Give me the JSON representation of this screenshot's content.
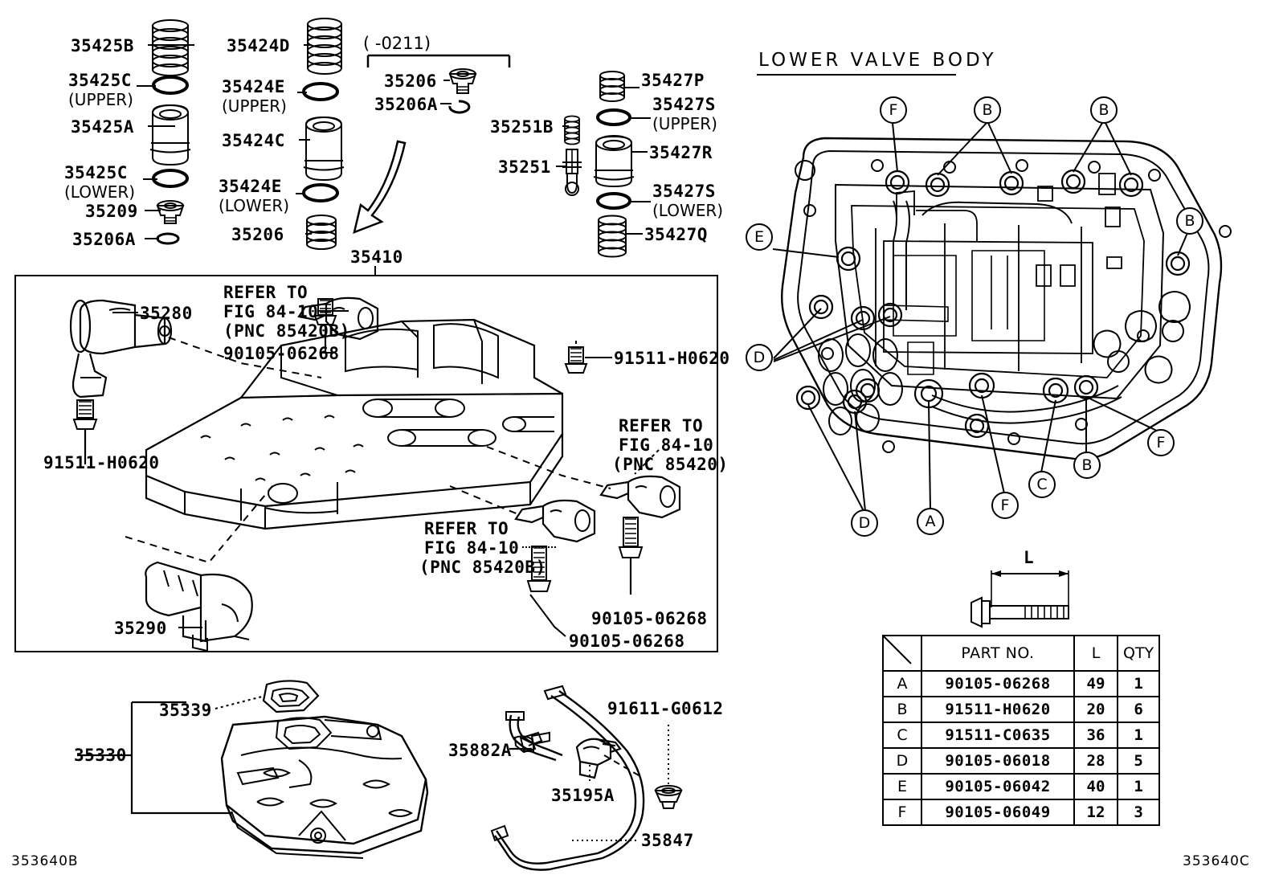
{
  "figure": {
    "code_left": "353640B",
    "code_right": "353640C",
    "lower_valve_body_title": "LOWER VALVE BODY",
    "main_assembly_label": "35410",
    "date_note": "(     -0211)",
    "length_symbol": "L"
  },
  "top_left_column": [
    {
      "id": "l1",
      "label": "35425B",
      "sub": ""
    },
    {
      "id": "l2",
      "label": "35425C",
      "sub": "(UPPER)"
    },
    {
      "id": "l3",
      "label": "35425A",
      "sub": ""
    },
    {
      "id": "l4",
      "label": "35425C",
      "sub": "(LOWER)"
    },
    {
      "id": "l5",
      "label": "35209",
      "sub": ""
    },
    {
      "id": "l6",
      "label": "35206A",
      "sub": ""
    }
  ],
  "top_mid_column": [
    {
      "id": "m1",
      "label": "35424D",
      "sub": ""
    },
    {
      "id": "m2",
      "label": "35424E",
      "sub": "(UPPER)"
    },
    {
      "id": "m3",
      "label": "35424C",
      "sub": ""
    },
    {
      "id": "m4",
      "label": "35424E",
      "sub": "(LOWER)"
    },
    {
      "id": "m5",
      "label": "35206",
      "sub": ""
    }
  ],
  "top_dated_group": [
    {
      "id": "d1",
      "label": "35206"
    },
    {
      "id": "d2",
      "label": "35206A"
    }
  ],
  "top_center_column": [
    {
      "id": "c1",
      "label": "35251B"
    },
    {
      "id": "c2",
      "label": "35251"
    }
  ],
  "top_right_column": [
    {
      "id": "r1",
      "label": "35427P",
      "sub": ""
    },
    {
      "id": "r2",
      "label": "35427S",
      "sub": "(UPPER)"
    },
    {
      "id": "r3",
      "label": "35427R",
      "sub": ""
    },
    {
      "id": "r4",
      "label": "35427S",
      "sub": "(LOWER)"
    },
    {
      "id": "r5",
      "label": "35427Q",
      "sub": ""
    }
  ],
  "main_box": {
    "solenoid_upper": "35280",
    "solenoid_lower": "35290",
    "bolt_left": "91511-H0620",
    "bolt_right": "91511-H0620",
    "refer_upper": [
      "REFER TO",
      "FIG 84-10",
      "(PNC 85420B)"
    ],
    "refer_mid": [
      "REFER TO",
      "FIG 84-10",
      "(PNC 85420)"
    ],
    "refer_lower": [
      "REFER TO",
      "FIG 84-10",
      "(PNC 85420B)"
    ],
    "bolt_upper_pn": "90105-06268",
    "bolt_midlow_pn": "90105-06268",
    "bolt_low_pn": "90105-06268"
  },
  "bottom_left": {
    "strainer_assy": "35330",
    "gasket": "35339"
  },
  "bottom_center": {
    "tube_a": "35882A",
    "clamp": "35195A",
    "bolt": "91611-G0612",
    "tube_b": "35847"
  },
  "callouts": [
    {
      "id": "co1",
      "letter": "F"
    },
    {
      "id": "co2",
      "letter": "B"
    },
    {
      "id": "co3",
      "letter": "B"
    },
    {
      "id": "co4",
      "letter": "E"
    },
    {
      "id": "co5",
      "letter": "B"
    },
    {
      "id": "co6",
      "letter": "D"
    },
    {
      "id": "co7",
      "letter": "D"
    },
    {
      "id": "co8",
      "letter": "A"
    },
    {
      "id": "co9",
      "letter": "F"
    },
    {
      "id": "co10",
      "letter": "C"
    },
    {
      "id": "co11",
      "letter": "B"
    },
    {
      "id": "co12",
      "letter": "F"
    }
  ],
  "parts_table": {
    "headers": {
      "index": "",
      "part_no": "PART NO.",
      "length": "L",
      "qty": "QTY"
    },
    "rows": [
      {
        "index": "A",
        "part_no": "90105-06268",
        "length": "49",
        "qty": "1"
      },
      {
        "index": "B",
        "part_no": "91511-H0620",
        "length": "20",
        "qty": "6"
      },
      {
        "index": "C",
        "part_no": "91511-C0635",
        "length": "36",
        "qty": "1"
      },
      {
        "index": "D",
        "part_no": "90105-06018",
        "length": "28",
        "qty": "5"
      },
      {
        "index": "E",
        "part_no": "90105-06042",
        "length": "40",
        "qty": "1"
      },
      {
        "index": "F",
        "part_no": "90105-06049",
        "length": "12",
        "qty": "3"
      }
    ]
  }
}
